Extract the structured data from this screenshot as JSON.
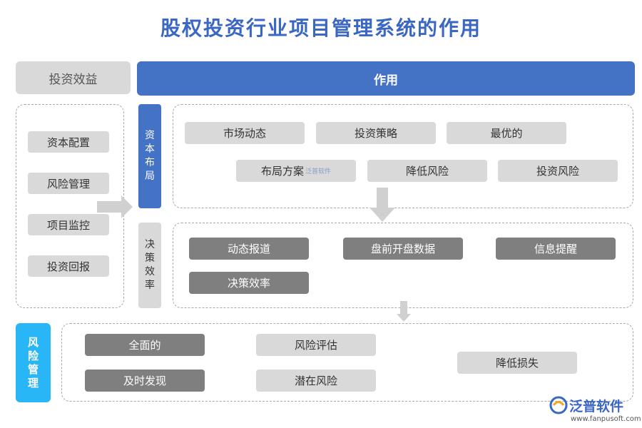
{
  "title": "股权投资行业项目管理系统的作用",
  "headers": {
    "left": "投资效益",
    "right": "作用"
  },
  "left_items": [
    "资本配置",
    "风险管理",
    "项目监控",
    "投资回报"
  ],
  "sections": {
    "capital_layout": {
      "label": "资本布局",
      "row1": [
        "市场动态",
        "投资策略",
        "最优的"
      ],
      "row2": [
        "布局方案",
        "降低风险",
        "投资风险"
      ],
      "watermark": "泛普软件"
    },
    "decision_efficiency": {
      "label": "决策效率",
      "row1": [
        "动态报道",
        "盘前开盘数据",
        "信息提醒"
      ],
      "row2": [
        "决策效率"
      ]
    },
    "risk_management": {
      "label": "风险管理",
      "dark_items": [
        "全面的",
        "及时发现"
      ],
      "light_items": [
        "风险评估",
        "潜在风险"
      ],
      "right_item": "降低损失"
    }
  },
  "logo": {
    "name": "泛普软件",
    "url": "www.fanpusoft.com"
  },
  "colors": {
    "blue": "#4472c4",
    "cyan": "#29b6f6",
    "gray": "#d9d9d9",
    "dark": "#7f7f7f"
  }
}
